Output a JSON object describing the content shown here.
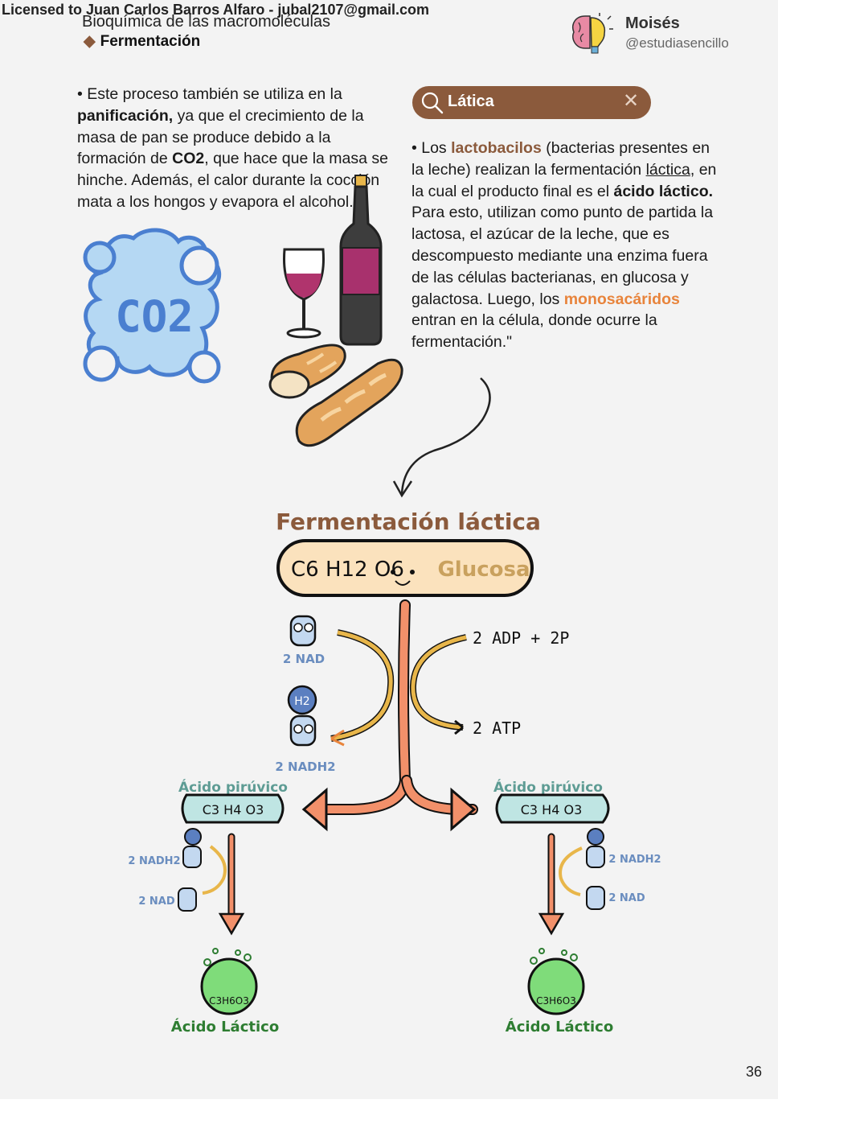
{
  "license": "Licensed to Juan Carlos Barros Alfaro - jubal2107@gmail.com",
  "header": {
    "doc_title": "Bioquímica de las macromoléculas",
    "section": "Fermentación",
    "author_name": "Moisés",
    "author_handle": "@estudiasencillo"
  },
  "left_text": {
    "p1": "• Este proceso también se utiliza en la ",
    "b1": "panificación,",
    "p2": " ya que el crecimiento de la masa de pan se produce debido a la formación de ",
    "b2": "CO2",
    "p3": ", que hace que la masa se hinche. Además, el calor durante la cocción mata a los hongos y evapora el alcohol.\""
  },
  "search_pill": {
    "label": "Lática"
  },
  "right_text": {
    "p1": "• Los ",
    "h1": "lactobacilos",
    "p2": " (bacterias presentes en la leche) realizan la fermentación ",
    "u1": "láctica",
    "p3": ", en la cual el producto final es el ",
    "b1": "ácido láctico.",
    "p4": " Para esto, utilizan como punto de partida la lactosa, el azúcar de la leche, que es descompuesto mediante una enzima fuera de las células bacterianas, en glucosa y galactosa. Luego, los ",
    "h2": "monosacáridos",
    "p5": " entran en la célula, donde ocurre la fermentación.\""
  },
  "co2_label": "CO2",
  "diagram": {
    "title": "Fermentación láctica",
    "glucose_formula": "C6 H12 O6",
    "glucose_label": "Glucosa",
    "nad_in": "2 NAD",
    "nadh2_out": "2 NADH2",
    "adp": "2 ADP + 2P",
    "atp": "2 ATP",
    "h2": "H2",
    "pyruvic_left": "Ácido pirúvico",
    "pyruvic_right": "Ácido pirúvico",
    "pyruvic_formula": "C3 H4 O3",
    "left_nadh2": "2 NADH2",
    "left_nad": "2 NAD",
    "right_nadh2": "2 NADH2",
    "right_nad": "2 NAD",
    "lactic_formula": "C3H6O3",
    "lactic_left": "Ácido Láctico",
    "lactic_right": "Ácido Láctico"
  },
  "colors": {
    "brown": "#8b5a3c",
    "orange": "#e8843c",
    "teal": "#5e9c94",
    "green": "#2e7d32",
    "co2_blue": "#4a7fd0"
  },
  "page_number": "36"
}
